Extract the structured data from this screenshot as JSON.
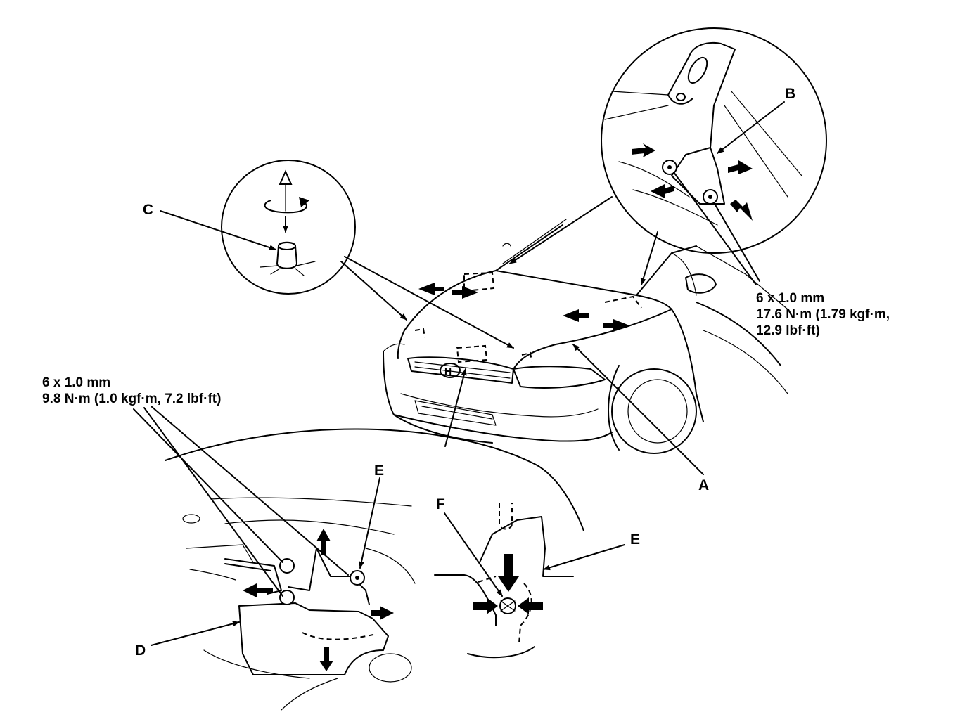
{
  "labels": {
    "A": "A",
    "B": "B",
    "C": "C",
    "D": "D",
    "E_latch": "E",
    "E_detail": "E",
    "F": "F"
  },
  "specs": {
    "hinge_bolt_size": "6 x 1.0 mm",
    "hinge_torque_nm": "17.6 N·m (1.79 kgf·m,",
    "hinge_torque_lbf": "12.9 lbf·ft)",
    "latch_bolt_size": "6 x 1.0 mm",
    "latch_torque": "9.8 N·m (1.0 kgf·m, 7.2 lbf·ft)"
  }
}
